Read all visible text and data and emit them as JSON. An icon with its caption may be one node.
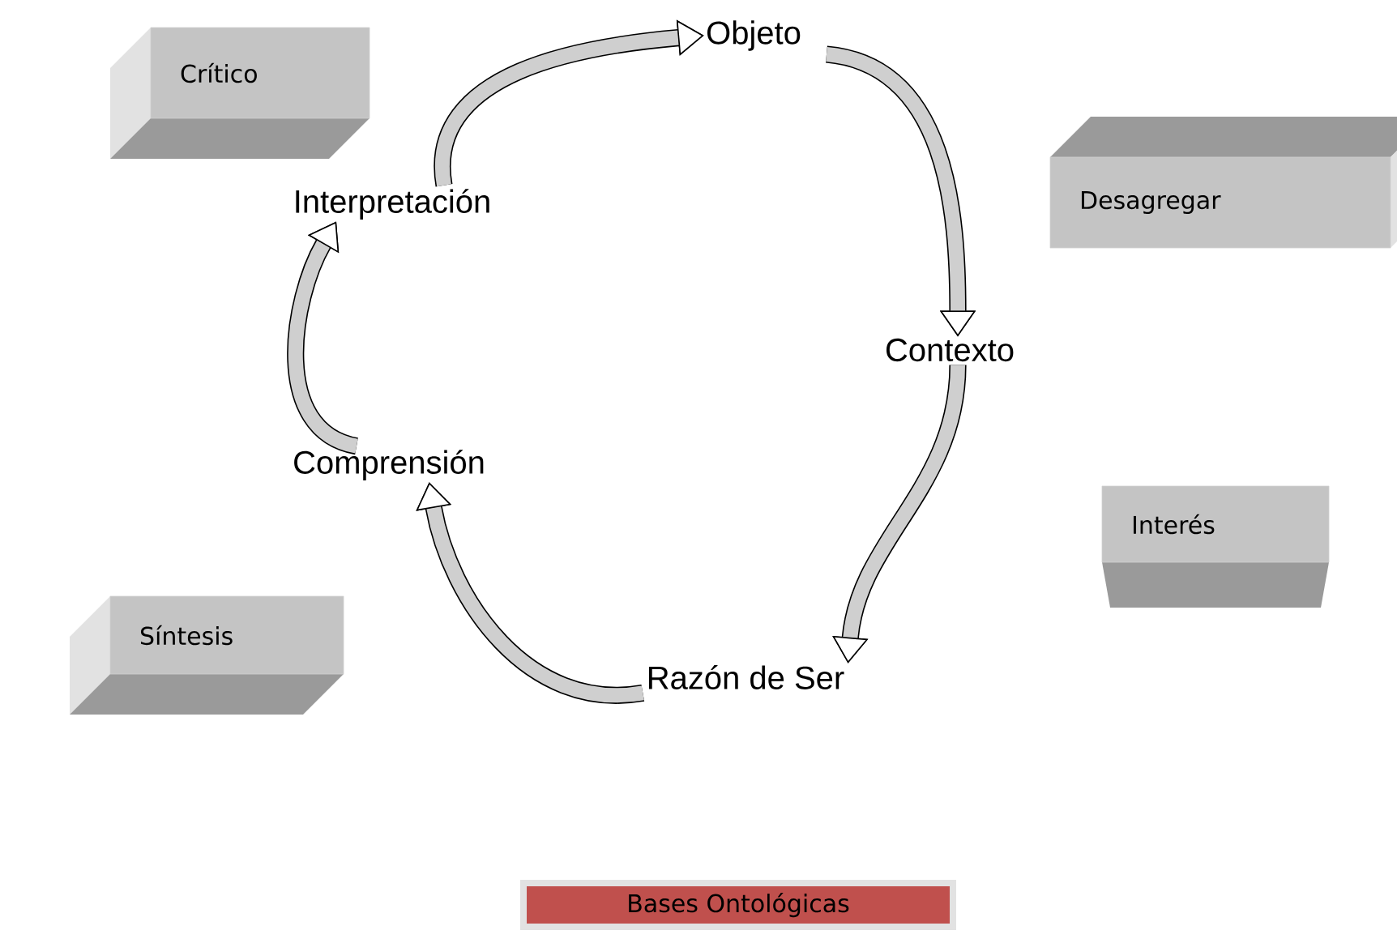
{
  "diagram": {
    "nodes": [
      {
        "text": [
          "Objeto"
        ]
      },
      {
        "text": [
          "Contexto"
        ]
      },
      {
        "text": [
          "Razón de Ser"
        ]
      },
      {
        "text": [
          "Comprensión"
        ]
      },
      {
        "text": [
          "Interpretación"
        ]
      },
      {
        "text": [
          "Crítico"
        ]
      },
      {
        "text": [
          "Desagregar"
        ]
      },
      {
        "text": [
          "Interés"
        ]
      },
      {
        "text": [
          "Síntesis"
        ]
      },
      {
        "text": [
          "Bases Ontológicas"
        ]
      }
    ],
    "edges": [
      {
        "from": 4,
        "to": 0,
        "arrow": "to"
      },
      {
        "from": 0,
        "to": 1,
        "arrow": "to"
      },
      {
        "from": 1,
        "to": 2,
        "arrow": "to"
      },
      {
        "from": 2,
        "to": 3,
        "arrow": "to"
      },
      {
        "from": 3,
        "to": 4,
        "arrow": "to"
      }
    ]
  }
}
